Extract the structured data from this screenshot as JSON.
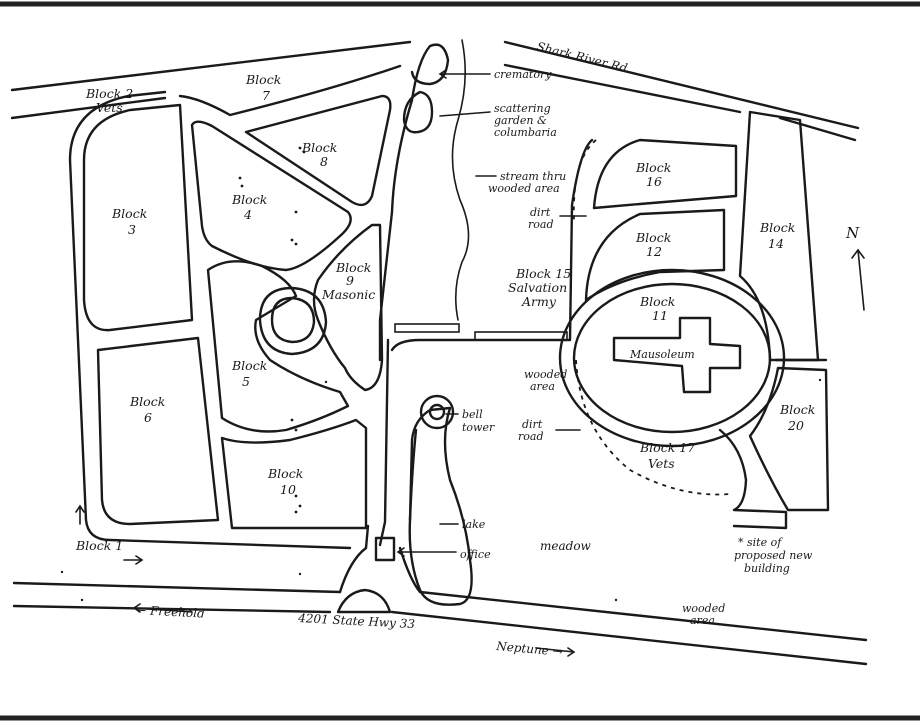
{
  "roads": {
    "shark_river": "Shark River Rd.",
    "address": "4201 State Hwy 33",
    "freehold": "← Freehold",
    "neptune": "Neptune →"
  },
  "compass": {
    "north": "N"
  },
  "blocks": {
    "b1": "Block 1",
    "b2": [
      "Block 2",
      "Vets"
    ],
    "b3": [
      "Block",
      "3"
    ],
    "b4": [
      "Block",
      "4"
    ],
    "b5": [
      "Block",
      "5"
    ],
    "b6": [
      "Block",
      "6"
    ],
    "b7": [
      "Block",
      "7"
    ],
    "b8": [
      "Block",
      "8"
    ],
    "b9": [
      "Block",
      "9",
      "Masonic"
    ],
    "b10": [
      "Block",
      "10"
    ],
    "b11": [
      "Block",
      "11"
    ],
    "b12": [
      "Block",
      "12"
    ],
    "b14": [
      "Block",
      "14"
    ],
    "b15": [
      "Block 15",
      "Salvation",
      "Army"
    ],
    "b16": [
      "Block",
      "16"
    ],
    "b17": [
      "Block 17",
      "Vets"
    ],
    "b20": [
      "Block",
      "20"
    ]
  },
  "features": {
    "crematory": "crematory",
    "scattering": [
      "scattering",
      "garden &",
      "columbaria"
    ],
    "stream": [
      "stream thru",
      "wooded area"
    ],
    "dirt_road_1": [
      "dirt",
      "road"
    ],
    "dirt_road_2": [
      "dirt",
      "road"
    ],
    "wooded_area_1": [
      "wooded",
      "area"
    ],
    "wooded_area_2": [
      "wooded",
      "area"
    ],
    "bell_tower": [
      "bell",
      "tower"
    ],
    "lake": "lake",
    "office": "office",
    "meadow": "meadow",
    "mausoleum": "Mausoleum",
    "proposed": [
      "* site of",
      "proposed new",
      "building"
    ]
  }
}
